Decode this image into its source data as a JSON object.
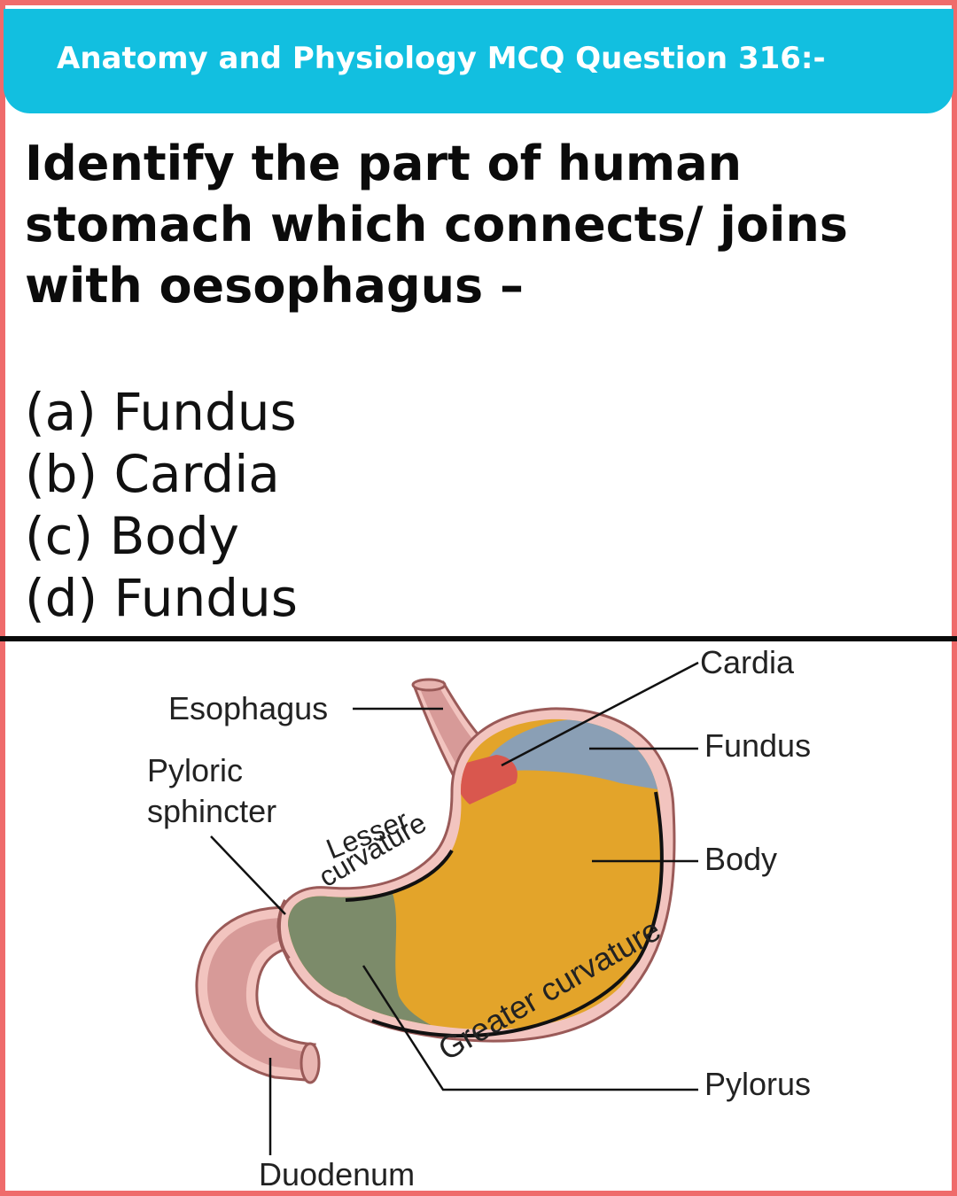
{
  "header": {
    "title": "Anatomy and Physiology MCQ Question 316:-"
  },
  "question": {
    "lines": [
      "Identify the part of human",
      "stomach which connects/ joins",
      "with oesophagus –"
    ]
  },
  "options": [
    "(a) Fundus",
    "(b) Cardia",
    "(c) Body",
    "(d) Fundus"
  ],
  "diagram": {
    "labels": {
      "cardia": "Cardia",
      "esophagus": "Esophagus",
      "fundus": "Fundus",
      "pyloric_sphincter_1": "Pyloric",
      "pyloric_sphincter_2": "sphincter",
      "lesser_curvature_1": "Lesser",
      "lesser_curvature_2": "curvature",
      "body": "Body",
      "greater_curvature": "Greater curvature",
      "pylorus": "Pylorus",
      "duodenum": "Duodenum"
    },
    "colors": {
      "frame": "#ef6b6b",
      "banner": "#12bfe0",
      "body_region": "#e3a42a",
      "fundus_region": "#8a9fb5",
      "pylorus_region": "#7c8b6a",
      "cardia_region": "#d9574e",
      "esophagus_duodenum": "#d79a98",
      "wall": "#f2c4bf"
    }
  }
}
